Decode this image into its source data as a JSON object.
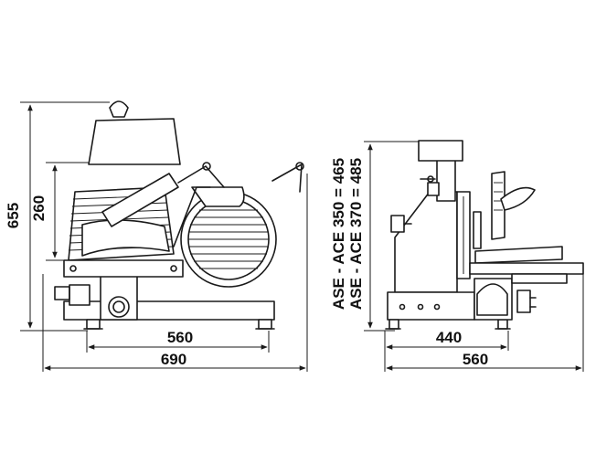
{
  "dimensions": {
    "front_height_total": "655",
    "front_height_carriage": "260",
    "front_width_feet": "560",
    "front_width_total": "690",
    "side_width_feet": "440",
    "side_width_total": "560",
    "side_height_model_a": "ASE - ACE 350 = 465",
    "side_height_model_b": "ASE - ACE 370 = 485"
  },
  "colors": {
    "ink": "#1a1a1a",
    "background": "#ffffff"
  }
}
